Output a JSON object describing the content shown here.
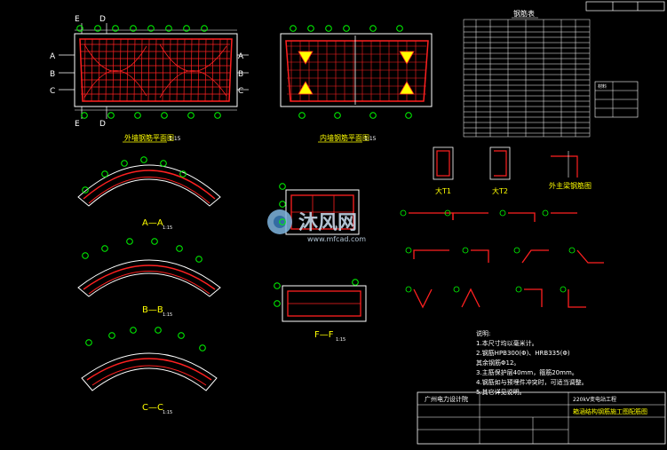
{
  "plans": {
    "plan_left_title": "外墙钢筋平面图",
    "plan_left_scale": "1:15",
    "plan_right_title": "内墙钢筋平面图",
    "plan_right_scale": "1:15",
    "section_markers": [
      "A",
      "B",
      "C",
      "D",
      "E"
    ]
  },
  "sections": {
    "aa_label": "A—A",
    "aa_scale": "1:15",
    "bb_label": "B—B",
    "bb_scale": "1:15",
    "cc_label": "C—C",
    "cc_scale": "1:15",
    "ff_label": "F—F",
    "ff_scale": "1:15"
  },
  "details": {
    "d1_label": "大T1",
    "d2_label": "大T2",
    "d3_label": "外主梁钢筋图"
  },
  "bar_schedule": {
    "title": "钢筋表",
    "side_table_title": "材料"
  },
  "notes": {
    "heading": "说明:",
    "lines": [
      "1.本尺寸均以毫米计。",
      "2.钢筋HPB300(Φ)、HRB335(Φ)",
      "  其余钢筋Φ12。",
      "3.主筋保护层40mm，箍筋20mm。",
      "4.钢筋如与预埋件冲突时，可适当调整。",
      "5.其它详见说明。"
    ]
  },
  "title_block": {
    "company": "广州电力设计院",
    "project": "220kV变电站工程",
    "drawing_title": "箱涵结构钢筋施工图配筋图"
  },
  "watermark": {
    "brand": "沐风网",
    "url": "www.mfcad.com"
  },
  "colors": {
    "background": "#000000",
    "line_red": "#ff2020",
    "line_yellow": "#ffff00",
    "line_green": "#00ff00",
    "line_white": "#ffffff",
    "line_cyan": "#00ffff",
    "line_magenta": "#ff00ff"
  }
}
